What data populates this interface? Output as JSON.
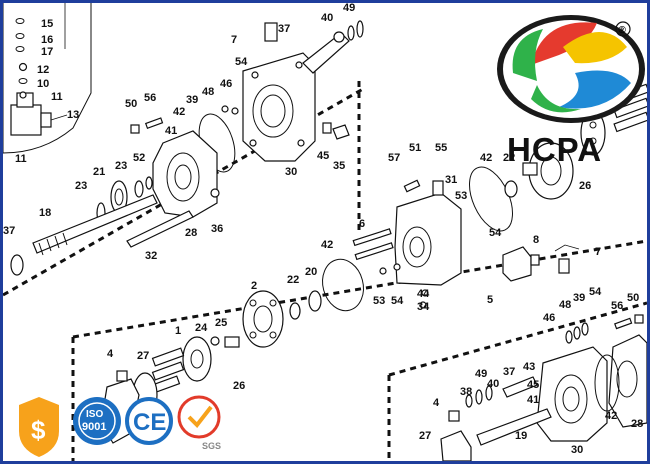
{
  "brand": {
    "name": "HCPA",
    "registered_mark": "®",
    "logo_colors": [
      "#e53a2e",
      "#f5c400",
      "#1f8ad6",
      "#2fb24a",
      "#1a1a1a"
    ]
  },
  "frame_color": "#1f3e9c",
  "callouts": [
    {
      "id": "c1",
      "label": "15"
    },
    {
      "id": "c2",
      "label": "16"
    },
    {
      "id": "c3",
      "label": "17"
    },
    {
      "id": "c4",
      "label": "12"
    },
    {
      "id": "c5",
      "label": "10"
    },
    {
      "id": "c6",
      "label": "11"
    },
    {
      "id": "c7",
      "label": "13"
    },
    {
      "id": "c8",
      "label": "11"
    },
    {
      "id": "c9",
      "label": "7"
    },
    {
      "id": "c10",
      "label": "37"
    },
    {
      "id": "c11",
      "label": "40"
    },
    {
      "id": "c12",
      "label": "49"
    },
    {
      "id": "c13",
      "label": "54"
    },
    {
      "id": "c14",
      "label": "50"
    },
    {
      "id": "c15",
      "label": "56"
    },
    {
      "id": "c16",
      "label": "42"
    },
    {
      "id": "c17",
      "label": "39"
    },
    {
      "id": "c18",
      "label": "48"
    },
    {
      "id": "c19",
      "label": "46"
    },
    {
      "id": "c20",
      "label": "45"
    },
    {
      "id": "c21",
      "label": "35"
    },
    {
      "id": "c22",
      "label": "30"
    },
    {
      "id": "c23",
      "label": "23"
    },
    {
      "id": "c24",
      "label": "21"
    },
    {
      "id": "c25",
      "label": "23"
    },
    {
      "id": "c26",
      "label": "52"
    },
    {
      "id": "c27",
      "label": "41"
    },
    {
      "id": "c28",
      "label": "18"
    },
    {
      "id": "c29",
      "label": "37"
    },
    {
      "id": "c30",
      "label": "28"
    },
    {
      "id": "c31",
      "label": "36"
    },
    {
      "id": "c32",
      "label": "32"
    },
    {
      "id": "c33",
      "label": "57"
    },
    {
      "id": "c34",
      "label": "51"
    },
    {
      "id": "c35",
      "label": "55"
    },
    {
      "id": "c36",
      "label": "31"
    },
    {
      "id": "c37",
      "label": "53"
    },
    {
      "id": "c38",
      "label": "42"
    },
    {
      "id": "c39",
      "label": "22"
    },
    {
      "id": "c40",
      "label": "25"
    },
    {
      "id": "c41",
      "label": "26"
    },
    {
      "id": "c42",
      "label": "6"
    },
    {
      "id": "c43",
      "label": "54"
    },
    {
      "id": "c44",
      "label": "8"
    },
    {
      "id": "c45",
      "label": "7"
    },
    {
      "id": "c46",
      "label": "42"
    },
    {
      "id": "c47",
      "label": "2"
    },
    {
      "id": "c48",
      "label": "22"
    },
    {
      "id": "c49",
      "label": "20"
    },
    {
      "id": "c50",
      "label": "53"
    },
    {
      "id": "c51",
      "label": "54"
    },
    {
      "id": "c52",
      "label": "44"
    },
    {
      "id": "c53",
      "label": "34"
    },
    {
      "id": "c54",
      "label": "5"
    },
    {
      "id": "c55",
      "label": "1"
    },
    {
      "id": "c56",
      "label": "24"
    },
    {
      "id": "c57",
      "label": "25"
    },
    {
      "id": "c58",
      "label": "26"
    },
    {
      "id": "c59",
      "label": "4"
    },
    {
      "id": "c60",
      "label": "27"
    },
    {
      "id": "c61",
      "label": "48"
    },
    {
      "id": "c62",
      "label": "39"
    },
    {
      "id": "c63",
      "label": "54"
    },
    {
      "id": "c64",
      "label": "46"
    },
    {
      "id": "c65",
      "label": "56"
    },
    {
      "id": "c66",
      "label": "50"
    },
    {
      "id": "c67",
      "label": "49"
    },
    {
      "id": "c68",
      "label": "40"
    },
    {
      "id": "c69",
      "label": "37"
    },
    {
      "id": "c70",
      "label": "38"
    },
    {
      "id": "c71",
      "label": "43"
    },
    {
      "id": "c72",
      "label": "45"
    },
    {
      "id": "c73",
      "label": "4"
    },
    {
      "id": "c74",
      "label": "41"
    },
    {
      "id": "c75",
      "label": "19"
    },
    {
      "id": "c76",
      "label": "42"
    },
    {
      "id": "c77",
      "label": "28"
    },
    {
      "id": "c78",
      "label": "30"
    },
    {
      "id": "c79",
      "label": "27"
    }
  ],
  "certifications": {
    "iso": {
      "top": "ISO",
      "number": "9001"
    },
    "ce": "CE",
    "sgs": "SGS",
    "badge_colors": [
      "#f7a21b",
      "#1d6fc2",
      "#e23b2a"
    ]
  }
}
